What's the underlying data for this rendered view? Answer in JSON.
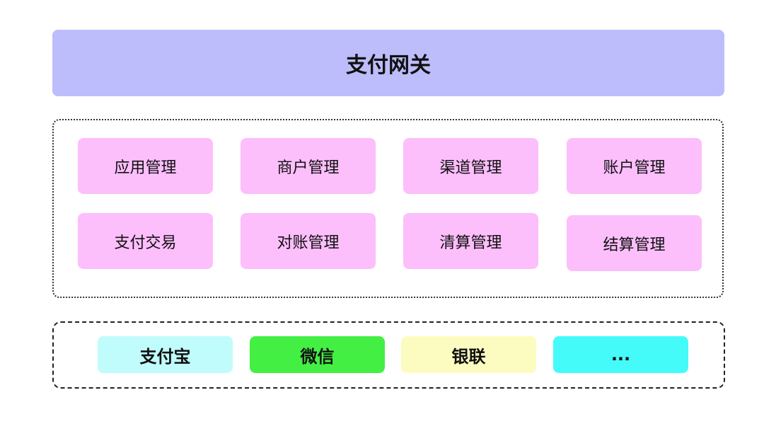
{
  "gateway": {
    "label": "支付网关",
    "color": "#bdbdfc"
  },
  "modules": {
    "color": "#fdbefc",
    "row1": [
      "应用管理",
      "商户管理",
      "渠道管理",
      "账户管理"
    ],
    "row2": [
      "支付交易",
      "对账管理",
      "清算管理",
      "结算管理"
    ]
  },
  "channels": [
    {
      "label": "支付宝",
      "color": "#c0fcfb"
    },
    {
      "label": "微信",
      "color": "#44ef44"
    },
    {
      "label": "银联",
      "color": "#fdfcc0"
    },
    {
      "label": "...",
      "color": "#44fbfa"
    }
  ]
}
